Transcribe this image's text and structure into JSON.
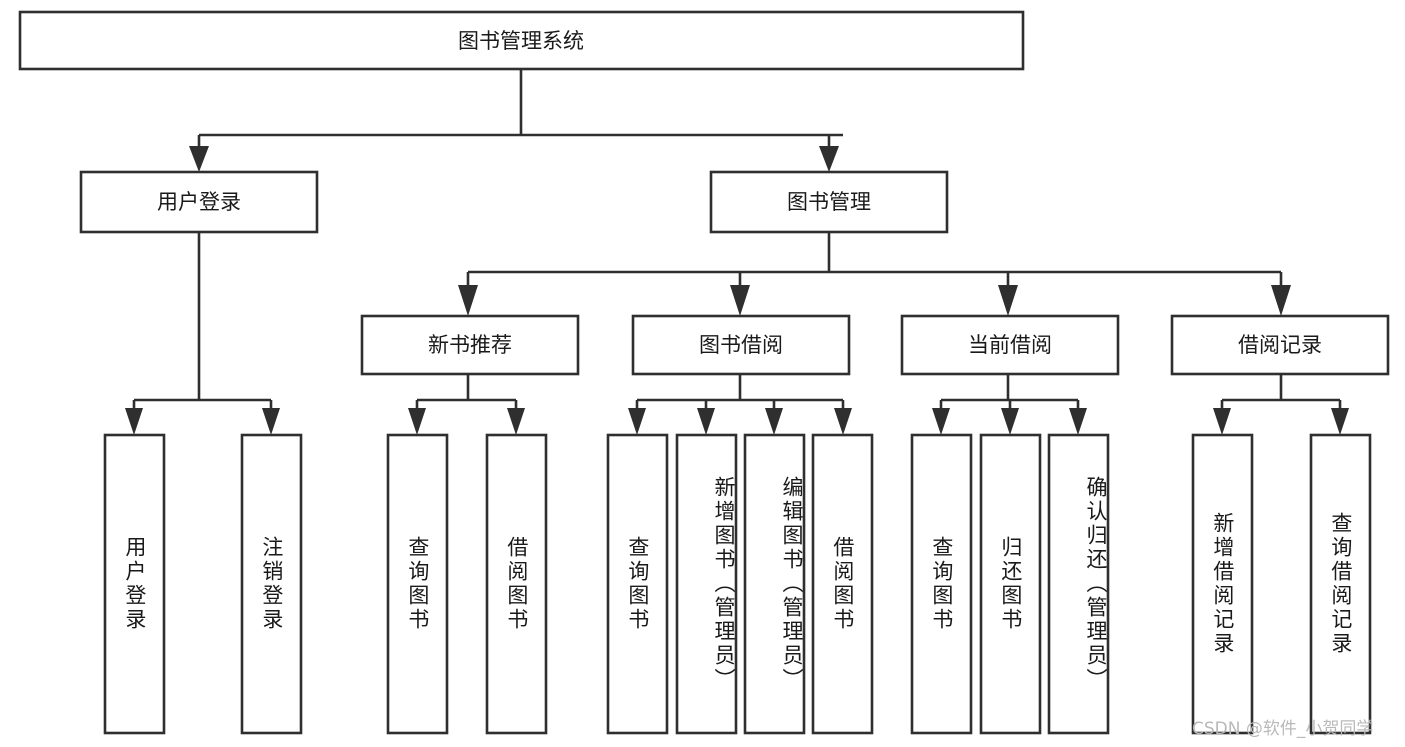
{
  "diagram": {
    "title": "图书管理系统",
    "type": "hierarchy-tree",
    "orientation": "top-down",
    "levels": 4,
    "root": {
      "id": "root",
      "label": "图书管理系统",
      "orientation": "horizontal"
    },
    "level2": [
      {
        "id": "user-login",
        "label": "用户登录",
        "orientation": "horizontal"
      },
      {
        "id": "book-management",
        "label": "图书管理",
        "orientation": "horizontal"
      }
    ],
    "level3": [
      {
        "id": "new-book-recommend",
        "label": "新书推荐",
        "orientation": "horizontal",
        "parent": "book-management"
      },
      {
        "id": "book-borrow",
        "label": "图书借阅",
        "orientation": "horizontal",
        "parent": "book-management"
      },
      {
        "id": "current-borrow",
        "label": "当前借阅",
        "orientation": "horizontal",
        "parent": "book-management"
      },
      {
        "id": "borrow-record",
        "label": "借阅记录",
        "orientation": "horizontal",
        "parent": "book-management"
      }
    ],
    "leaves": [
      {
        "id": "leaf-user-login",
        "label": "用户登录",
        "parent": "user-login",
        "orientation": "vertical"
      },
      {
        "id": "leaf-logout-login",
        "label": "注销登录",
        "parent": "user-login",
        "orientation": "vertical"
      },
      {
        "id": "leaf-query-book-1",
        "label": "查询图书",
        "parent": "new-book-recommend",
        "orientation": "vertical"
      },
      {
        "id": "leaf-borrow-book-1",
        "label": "借阅图书",
        "parent": "new-book-recommend",
        "orientation": "vertical"
      },
      {
        "id": "leaf-query-book-2",
        "label": "查询图书",
        "parent": "book-borrow",
        "orientation": "vertical"
      },
      {
        "id": "leaf-add-book",
        "label": "新增图书（管理员）",
        "parent": "book-borrow",
        "orientation": "vertical"
      },
      {
        "id": "leaf-edit-book",
        "label": "编辑图书（管理员）",
        "parent": "book-borrow",
        "orientation": "vertical"
      },
      {
        "id": "leaf-borrow-book-2",
        "label": "借阅图书",
        "parent": "book-borrow",
        "orientation": "vertical"
      },
      {
        "id": "leaf-query-book-3",
        "label": "查询图书",
        "parent": "current-borrow",
        "orientation": "vertical"
      },
      {
        "id": "leaf-return-book",
        "label": "归还图书",
        "parent": "current-borrow",
        "orientation": "vertical"
      },
      {
        "id": "leaf-confirm-return",
        "label": "确认归还（管理员）",
        "parent": "current-borrow",
        "orientation": "vertical"
      },
      {
        "id": "leaf-add-record",
        "label": "新增借阅记录",
        "parent": "borrow-record",
        "orientation": "vertical"
      },
      {
        "id": "leaf-query-record",
        "label": "查询借阅记录",
        "parent": "borrow-record",
        "orientation": "vertical"
      }
    ]
  },
  "watermark": {
    "text": "CSDN @软件_小贺同学"
  },
  "colors": {
    "box_stroke": "#2f2f2f",
    "box_fill": "#ffffff",
    "text": "#1a1a1a",
    "connector": "#2f2f2f",
    "watermark": "#b9b9b9",
    "background": "#ffffff"
  }
}
